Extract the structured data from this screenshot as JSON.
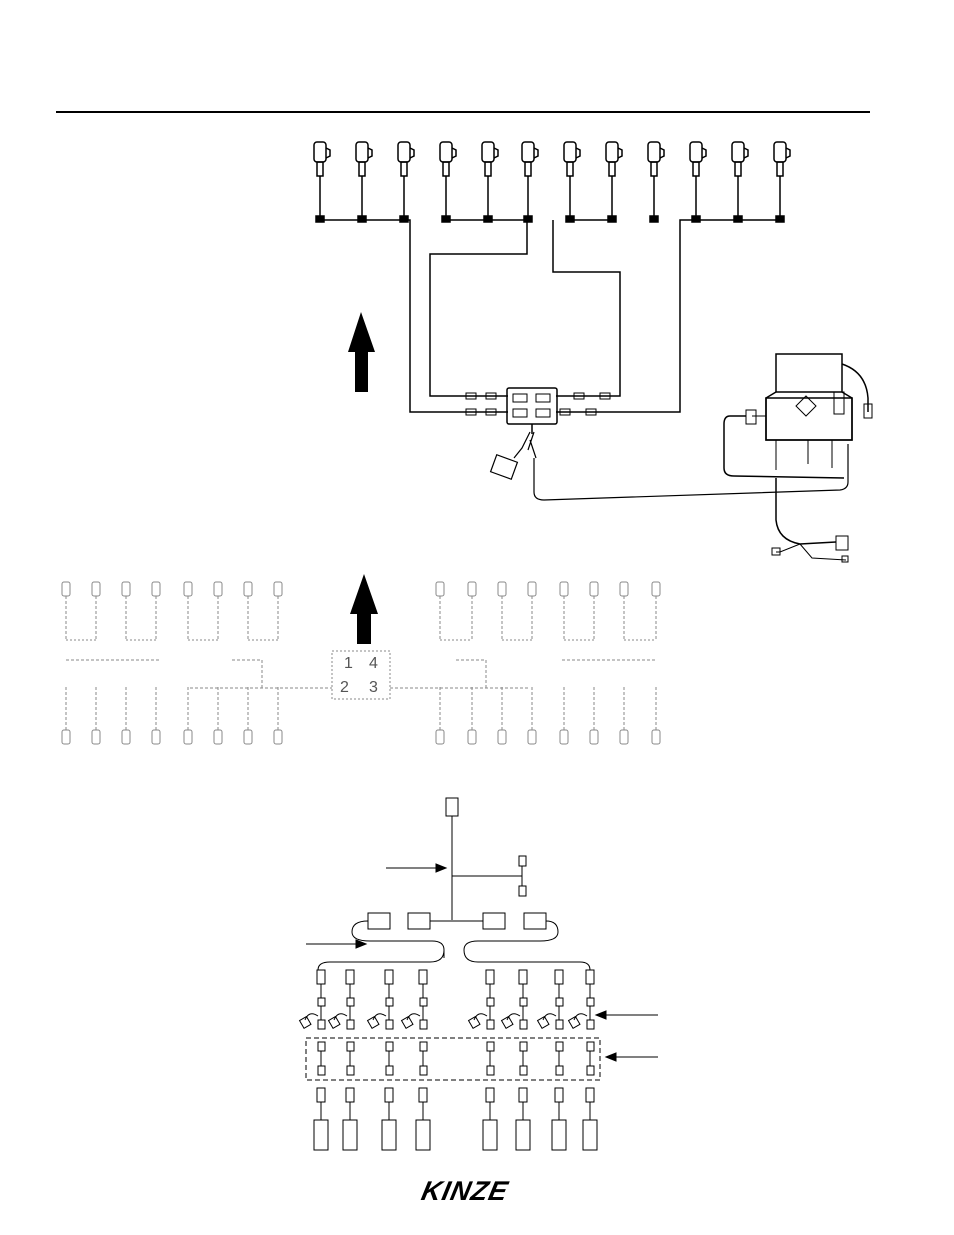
{
  "colors": {
    "ink": "#000000",
    "faint": "#9a9a9a",
    "paper": "#ffffff"
  },
  "top_diagram": {
    "row_units": 12,
    "direction_icon": "up-arrow-icon",
    "components": [
      "row-sensor-icon",
      "junction-box-icon",
      "connector-plug-icon",
      "monitor-console-icon"
    ]
  },
  "middle_diagram": {
    "direction_icon": "up-arrow-icon",
    "section_labels": [
      "1",
      "4",
      "2",
      "3"
    ],
    "units_per_side": 16
  },
  "bottom_diagram": {
    "groups": 2,
    "columns_per_group": 4,
    "callout_icon": "callout-arrow-icon"
  },
  "footer": {
    "brand": "KINZE"
  }
}
